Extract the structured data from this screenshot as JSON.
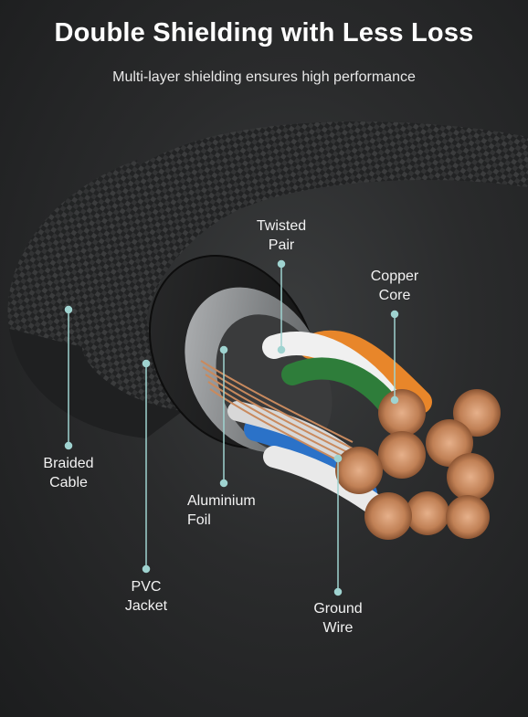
{
  "header": {
    "title": "Double Shielding with Less Loss",
    "subtitle": "Multi-layer shielding ensures high performance"
  },
  "callouts": {
    "twisted_pair": {
      "line1": "Twisted",
      "line2": "Pair"
    },
    "copper_core": {
      "line1": "Copper",
      "line2": "Core"
    },
    "braided_cable": {
      "line1": "Braided",
      "line2": "Cable"
    },
    "aluminium_foil": {
      "line1": "Aluminium",
      "line2": "Foil"
    },
    "pvc_jacket": {
      "line1": "PVC",
      "line2": "Jacket"
    },
    "ground_wire": {
      "line1": "Ground",
      "line2": "Wire"
    }
  },
  "colors": {
    "callout_line": "#9fd3d0",
    "wire_orange": "#e8862a",
    "wire_green": "#2e7d3a",
    "wire_blue": "#2b72c8",
    "copper": "#c98a5e"
  }
}
